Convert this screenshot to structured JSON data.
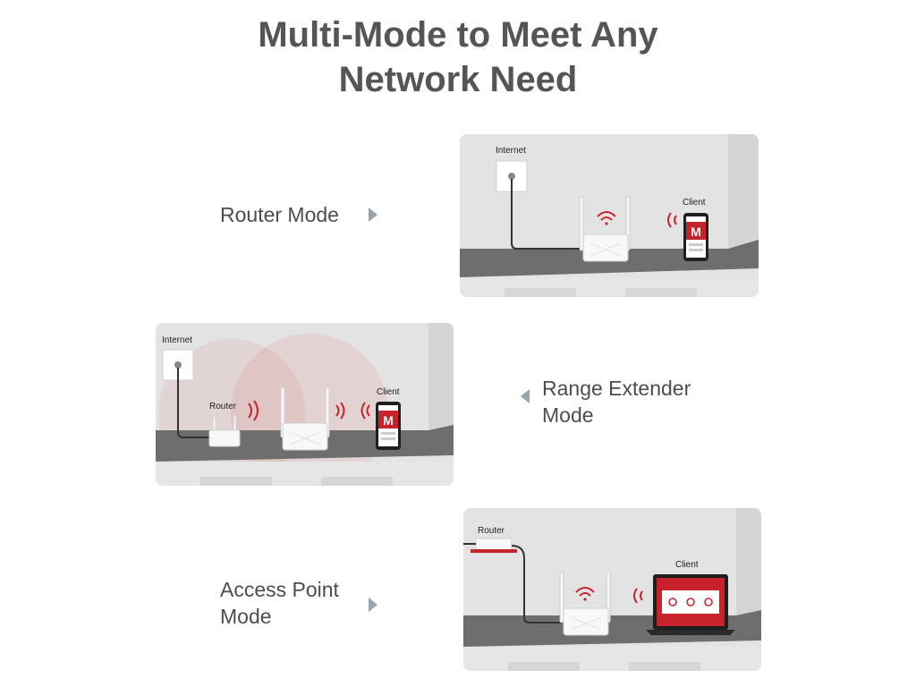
{
  "title": {
    "line1": "Multi-Mode to Meet Any",
    "line2": "Network Need"
  },
  "modes": {
    "router": {
      "label": "Router Mode"
    },
    "extender": {
      "label_line1": "Range Extender",
      "label_line2": "Mode"
    },
    "ap": {
      "label_line1": "Access Point",
      "label_line2": "Mode"
    }
  },
  "scene_router": {
    "internet": "Internet",
    "client": "Client",
    "phone_logo": "M"
  },
  "scene_extender": {
    "internet": "Internet",
    "router": "Router",
    "client": "Client",
    "phone_logo": "M"
  },
  "scene_ap": {
    "router": "Router",
    "client": "Client"
  },
  "colors": {
    "accent": "#c8232c",
    "text": "#555555",
    "wall": "#e3e3e3",
    "shelf": "#707070"
  },
  "icons": [
    "wifi-icon",
    "signal-waves-icon",
    "chevron-right-icon",
    "chevron-left-icon"
  ]
}
